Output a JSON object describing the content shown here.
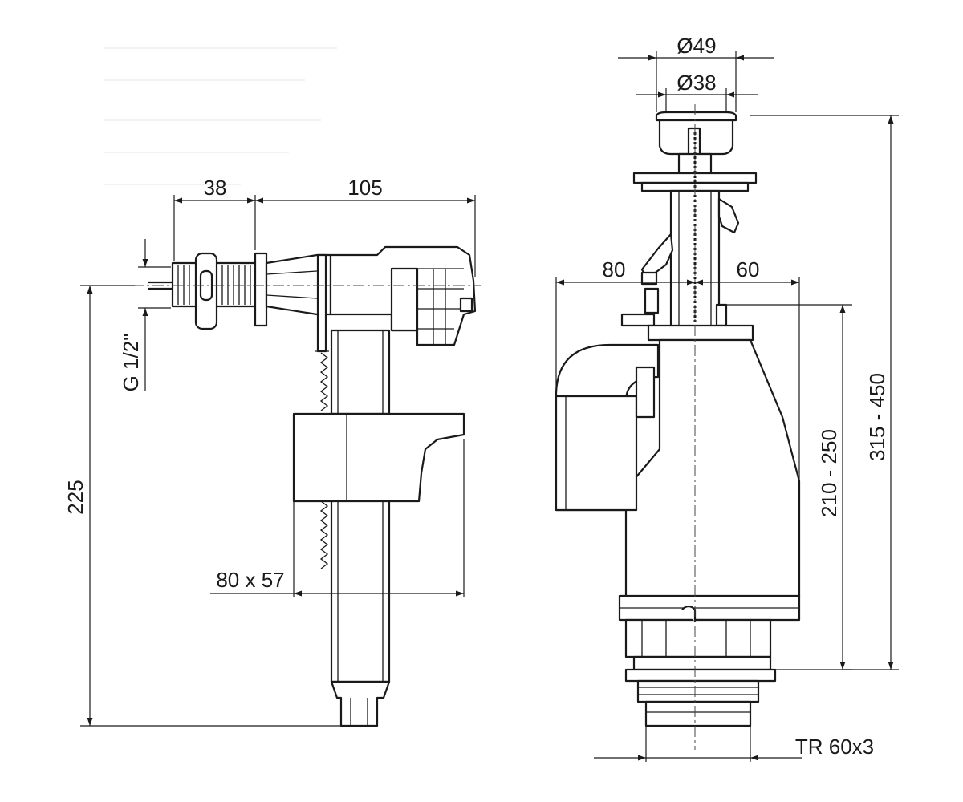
{
  "left_view": {
    "dim_38": "38",
    "dim_105": "105",
    "dim_thread": "G 1/2\"",
    "dim_225": "225",
    "dim_float": "80 x 57"
  },
  "right_view": {
    "dim_d49": "Ø49",
    "dim_d38": "Ø38",
    "dim_80": "80",
    "dim_60": "60",
    "dim_210_250": "210 - 250",
    "dim_315_450": "315 - 450",
    "dim_thread": "TR 60x3"
  }
}
